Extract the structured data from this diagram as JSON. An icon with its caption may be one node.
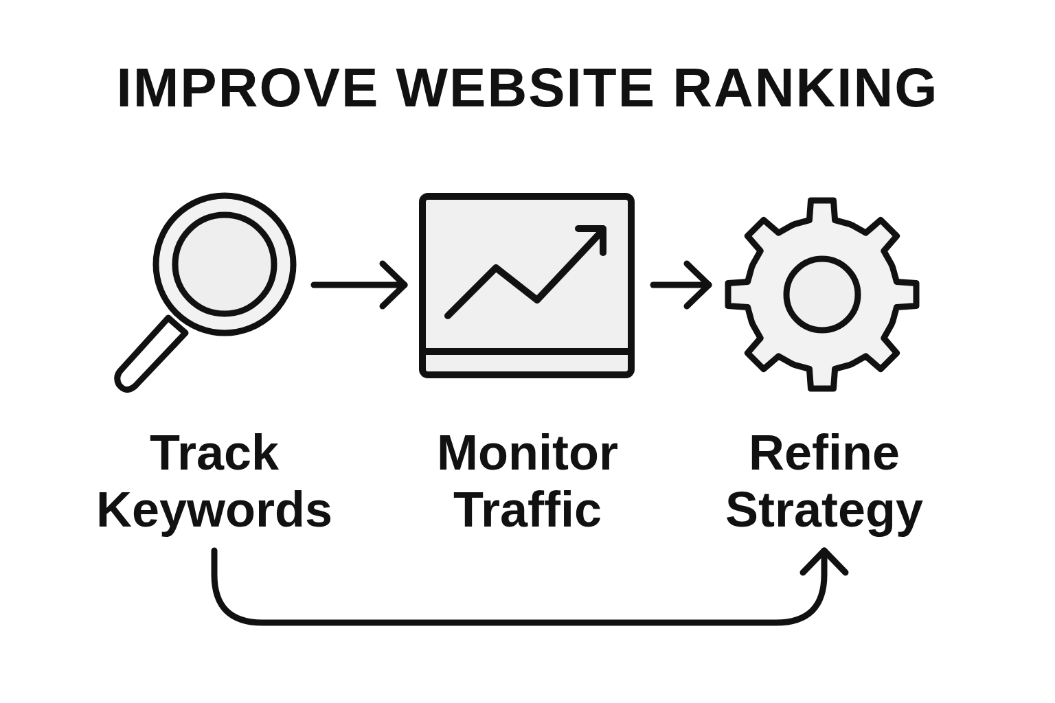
{
  "diagram": {
    "title": "IMPROVE WEBSITE RANKING",
    "nodes": [
      {
        "text": [],
        "shape": "picture"
      },
      {
        "text": [],
        "shape": "picture"
      },
      {
        "text": [],
        "shape": "picture"
      },
      {
        "text": [
          "Track Keywords"
        ]
      },
      {
        "text": [
          "Monitor Traffic"
        ]
      },
      {
        "text": [
          "Refine Strategy"
        ]
      }
    ],
    "edges": [
      {
        "from": 0,
        "to": 1,
        "arrow": "to"
      },
      {
        "from": 1,
        "to": 2,
        "arrow": "to"
      },
      {
        "from": 3,
        "to": 5,
        "arrow": "to"
      }
    ]
  }
}
